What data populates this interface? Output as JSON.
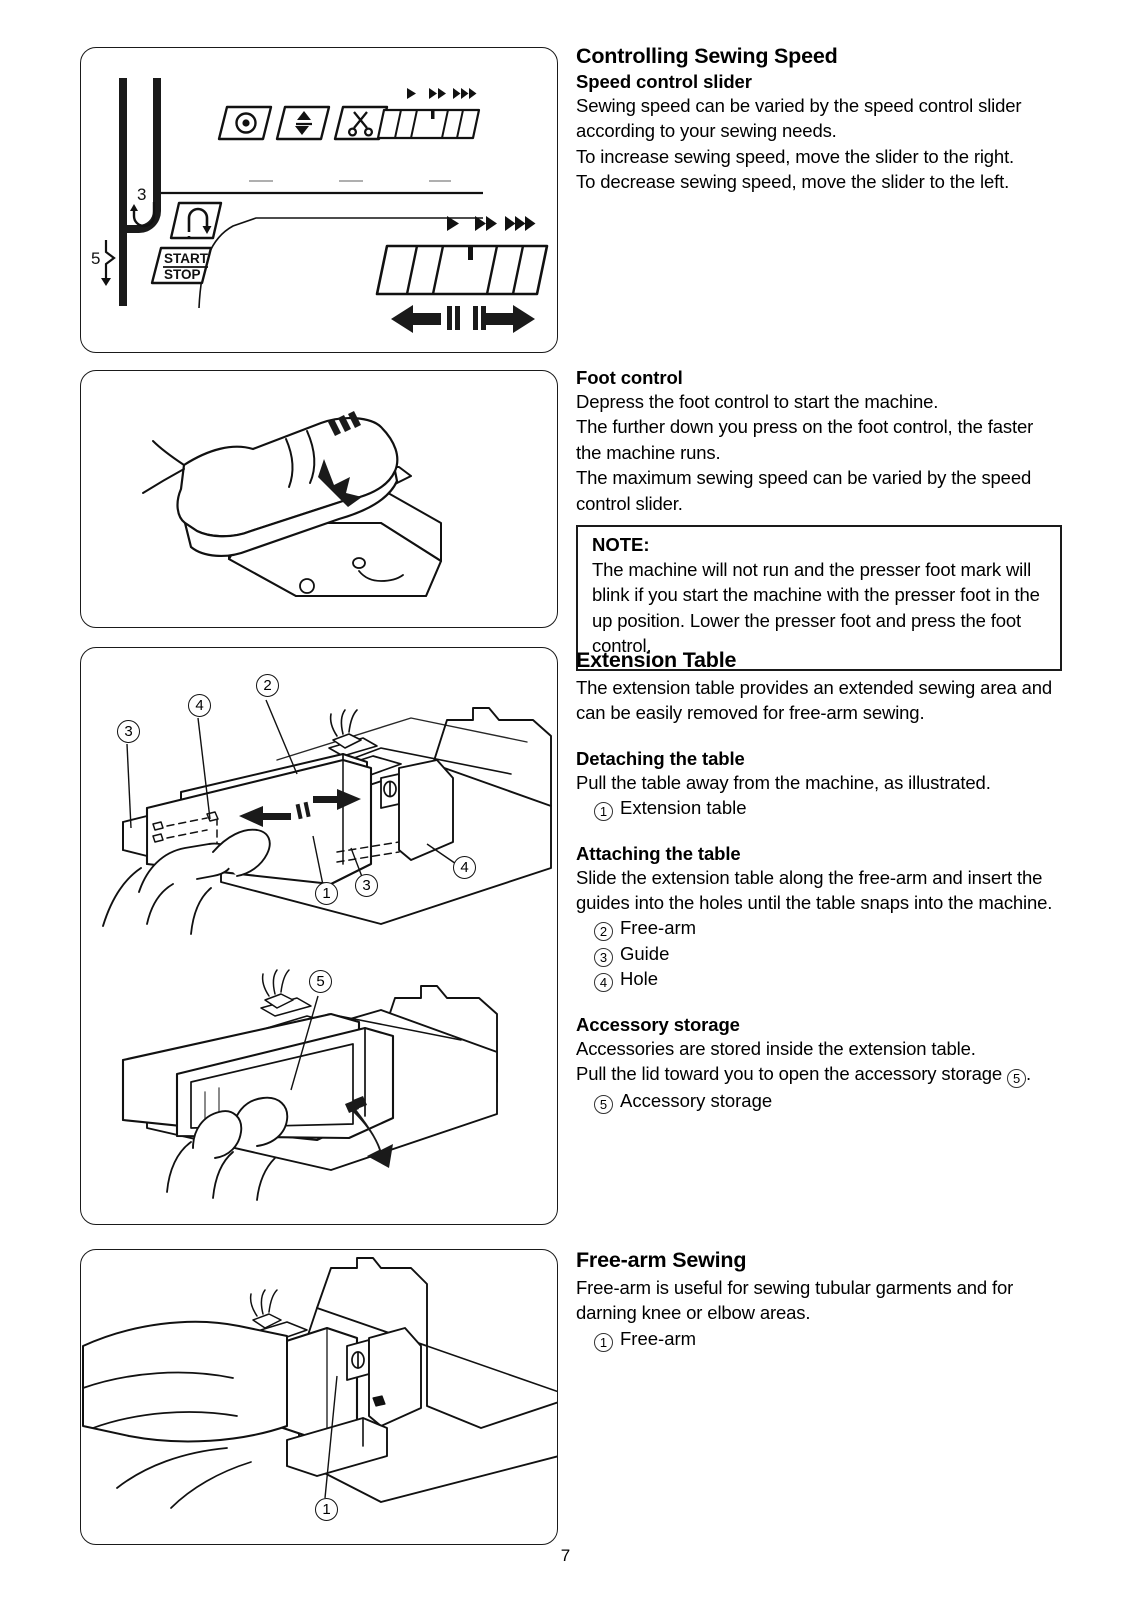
{
  "page": {
    "number": "7"
  },
  "sections": [
    {
      "id": "controlling-sewing-speed",
      "title": "Controlling Sewing Speed",
      "subtitle": "Speed control slider",
      "paragraphs": [
        "Sewing speed can be varied by the speed control slider according to your sewing needs.",
        "To increase sewing speed, move the slider to the right.",
        "To decrease sewing speed, move the slider to the left."
      ],
      "illustration": {
        "name": "control-panel-speed-slider",
        "buttons": [
          {
            "name": "needle-up-down-button",
            "icon": "needle-position-icon"
          },
          {
            "name": "presser-foot-lift-button",
            "icon": "up-down-arrows-icon"
          },
          {
            "name": "thread-cutter-button",
            "icon": "scissors-icon"
          },
          {
            "name": "reverse-stitch-button",
            "icon": "reverse-stitch-icon"
          },
          {
            "name": "start-stop-button",
            "label_line1": "START",
            "label_line2": "STOP"
          }
        ],
        "thread_path_marks": [
          "3",
          "5"
        ],
        "speed_indicator_groups": [
          1,
          2,
          3
        ]
      }
    },
    {
      "id": "foot-control",
      "subtitle": "Foot control",
      "paragraphs": [
        "Depress the foot control to start the machine.",
        "The further down you press on the foot control, the faster the machine runs.",
        "The maximum sewing speed can be varied by the speed control slider."
      ],
      "note": {
        "label": "NOTE:",
        "text": "The machine will not run and the presser foot mark will blink if you start the machine with the presser foot in the up position. Lower the presser foot and press the foot control."
      },
      "illustration": {
        "name": "foot-on-foot-control-pedal"
      }
    },
    {
      "id": "extension-table",
      "title": "Extension Table",
      "intro": "The extension table provides an extended sewing area and can be easily removed for free-arm sewing.",
      "blocks": [
        {
          "subtitle": "Detaching the table",
          "text": "Pull the table away from the machine, as illustrated.",
          "items": [
            {
              "num": "1",
              "label": "Extension table"
            }
          ]
        },
        {
          "subtitle": "Attaching the table",
          "text": "Slide the extension table along the free-arm and insert the guides into the holes until the table snaps into the machine.",
          "items": [
            {
              "num": "2",
              "label": "Free-arm"
            },
            {
              "num": "3",
              "label": "Guide"
            },
            {
              "num": "4",
              "label": "Hole"
            }
          ]
        },
        {
          "subtitle": "Accessory storage",
          "text_a": "Accessories are stored inside the extension table.",
          "text_b_before": "Pull the lid toward you to open the accessory storage ",
          "text_b_circ": "5",
          "text_b_after": ".",
          "items": [
            {
              "num": "5",
              "label": "Accessory storage"
            }
          ]
        }
      ],
      "illustration": {
        "name": "extension-table-detach-and-accessory-storage",
        "callouts_detach": [
          "2",
          "3",
          "4",
          "1",
          "3",
          "4"
        ],
        "callouts_storage": [
          "5"
        ]
      }
    },
    {
      "id": "free-arm-sewing",
      "title": "Free-arm Sewing",
      "paragraphs": [
        "Free-arm is useful for sewing tubular garments and for darning knee or elbow areas."
      ],
      "items": [
        {
          "num": "1",
          "label": "Free-arm"
        }
      ],
      "illustration": {
        "name": "free-arm-sewing-tubular-garment",
        "callouts": [
          "1"
        ]
      }
    }
  ]
}
